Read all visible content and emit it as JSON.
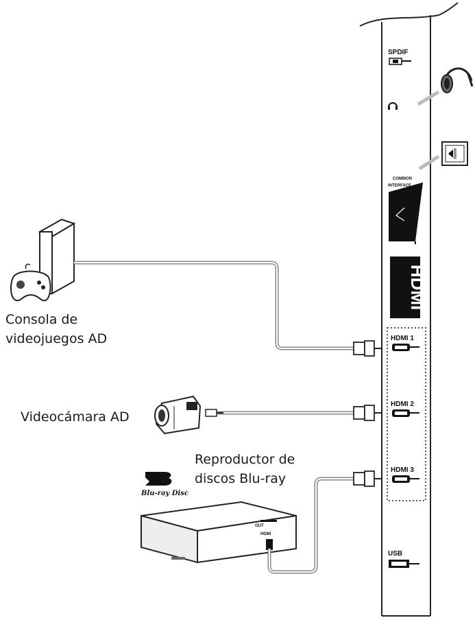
{
  "labels": {
    "console": [
      "Consola de",
      "videojuegos AD"
    ],
    "camcorder": "Videocámara AD",
    "bluray_player": [
      "Reproductor de",
      "discos Blu-ray"
    ]
  },
  "tv_panel": {
    "spdif": "SPDIF",
    "common_interface": [
      "COMMON",
      "INTERFACE"
    ],
    "hdmi_logo": "HDMI",
    "hdmi1": "HDMI 1",
    "hdmi2": "HDMI 2",
    "hdmi3": "HDMI 3",
    "usb": "USB"
  },
  "bluray": {
    "out": "OUT",
    "hdmi": "HDMI",
    "logo_text": "Blu-ray Disc"
  },
  "icons": [
    "headphones-icon",
    "ci-card-icon",
    "gamepad-icon",
    "camcorder-icon",
    "bluray-logo-icon"
  ]
}
